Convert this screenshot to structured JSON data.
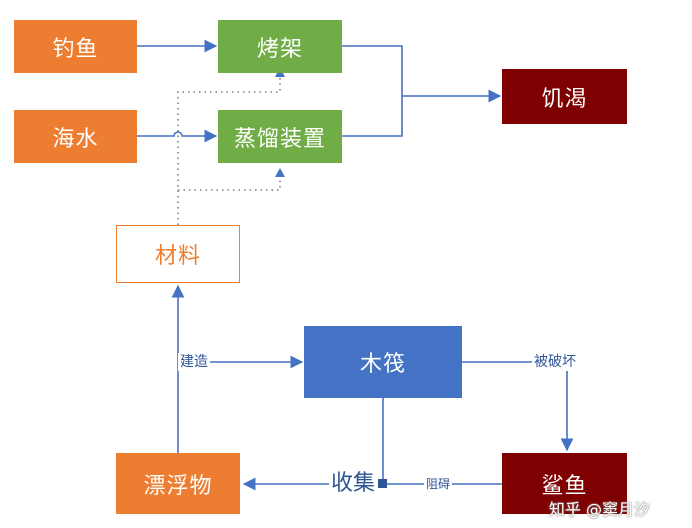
{
  "nodes": {
    "fishing": "钓鱼",
    "seawater": "海水",
    "grill": "烤架",
    "distiller": "蒸馏装置",
    "hunger_thirst": "饥渴",
    "materials": "材料",
    "raft": "木筏",
    "floating": "漂浮物",
    "shark": "鲨鱼"
  },
  "edges": {
    "build": "建造",
    "destroyed": "被破坏",
    "collect": "收集",
    "obstruct": "阻碍"
  },
  "watermark": "知乎 @窦月汐",
  "colors": {
    "orange": "#ED7D31",
    "green": "#70AD47",
    "dark_red": "#7F0000",
    "blue": "#4472C4",
    "line": "#4472C4",
    "dotted": "#7F7F7F"
  }
}
